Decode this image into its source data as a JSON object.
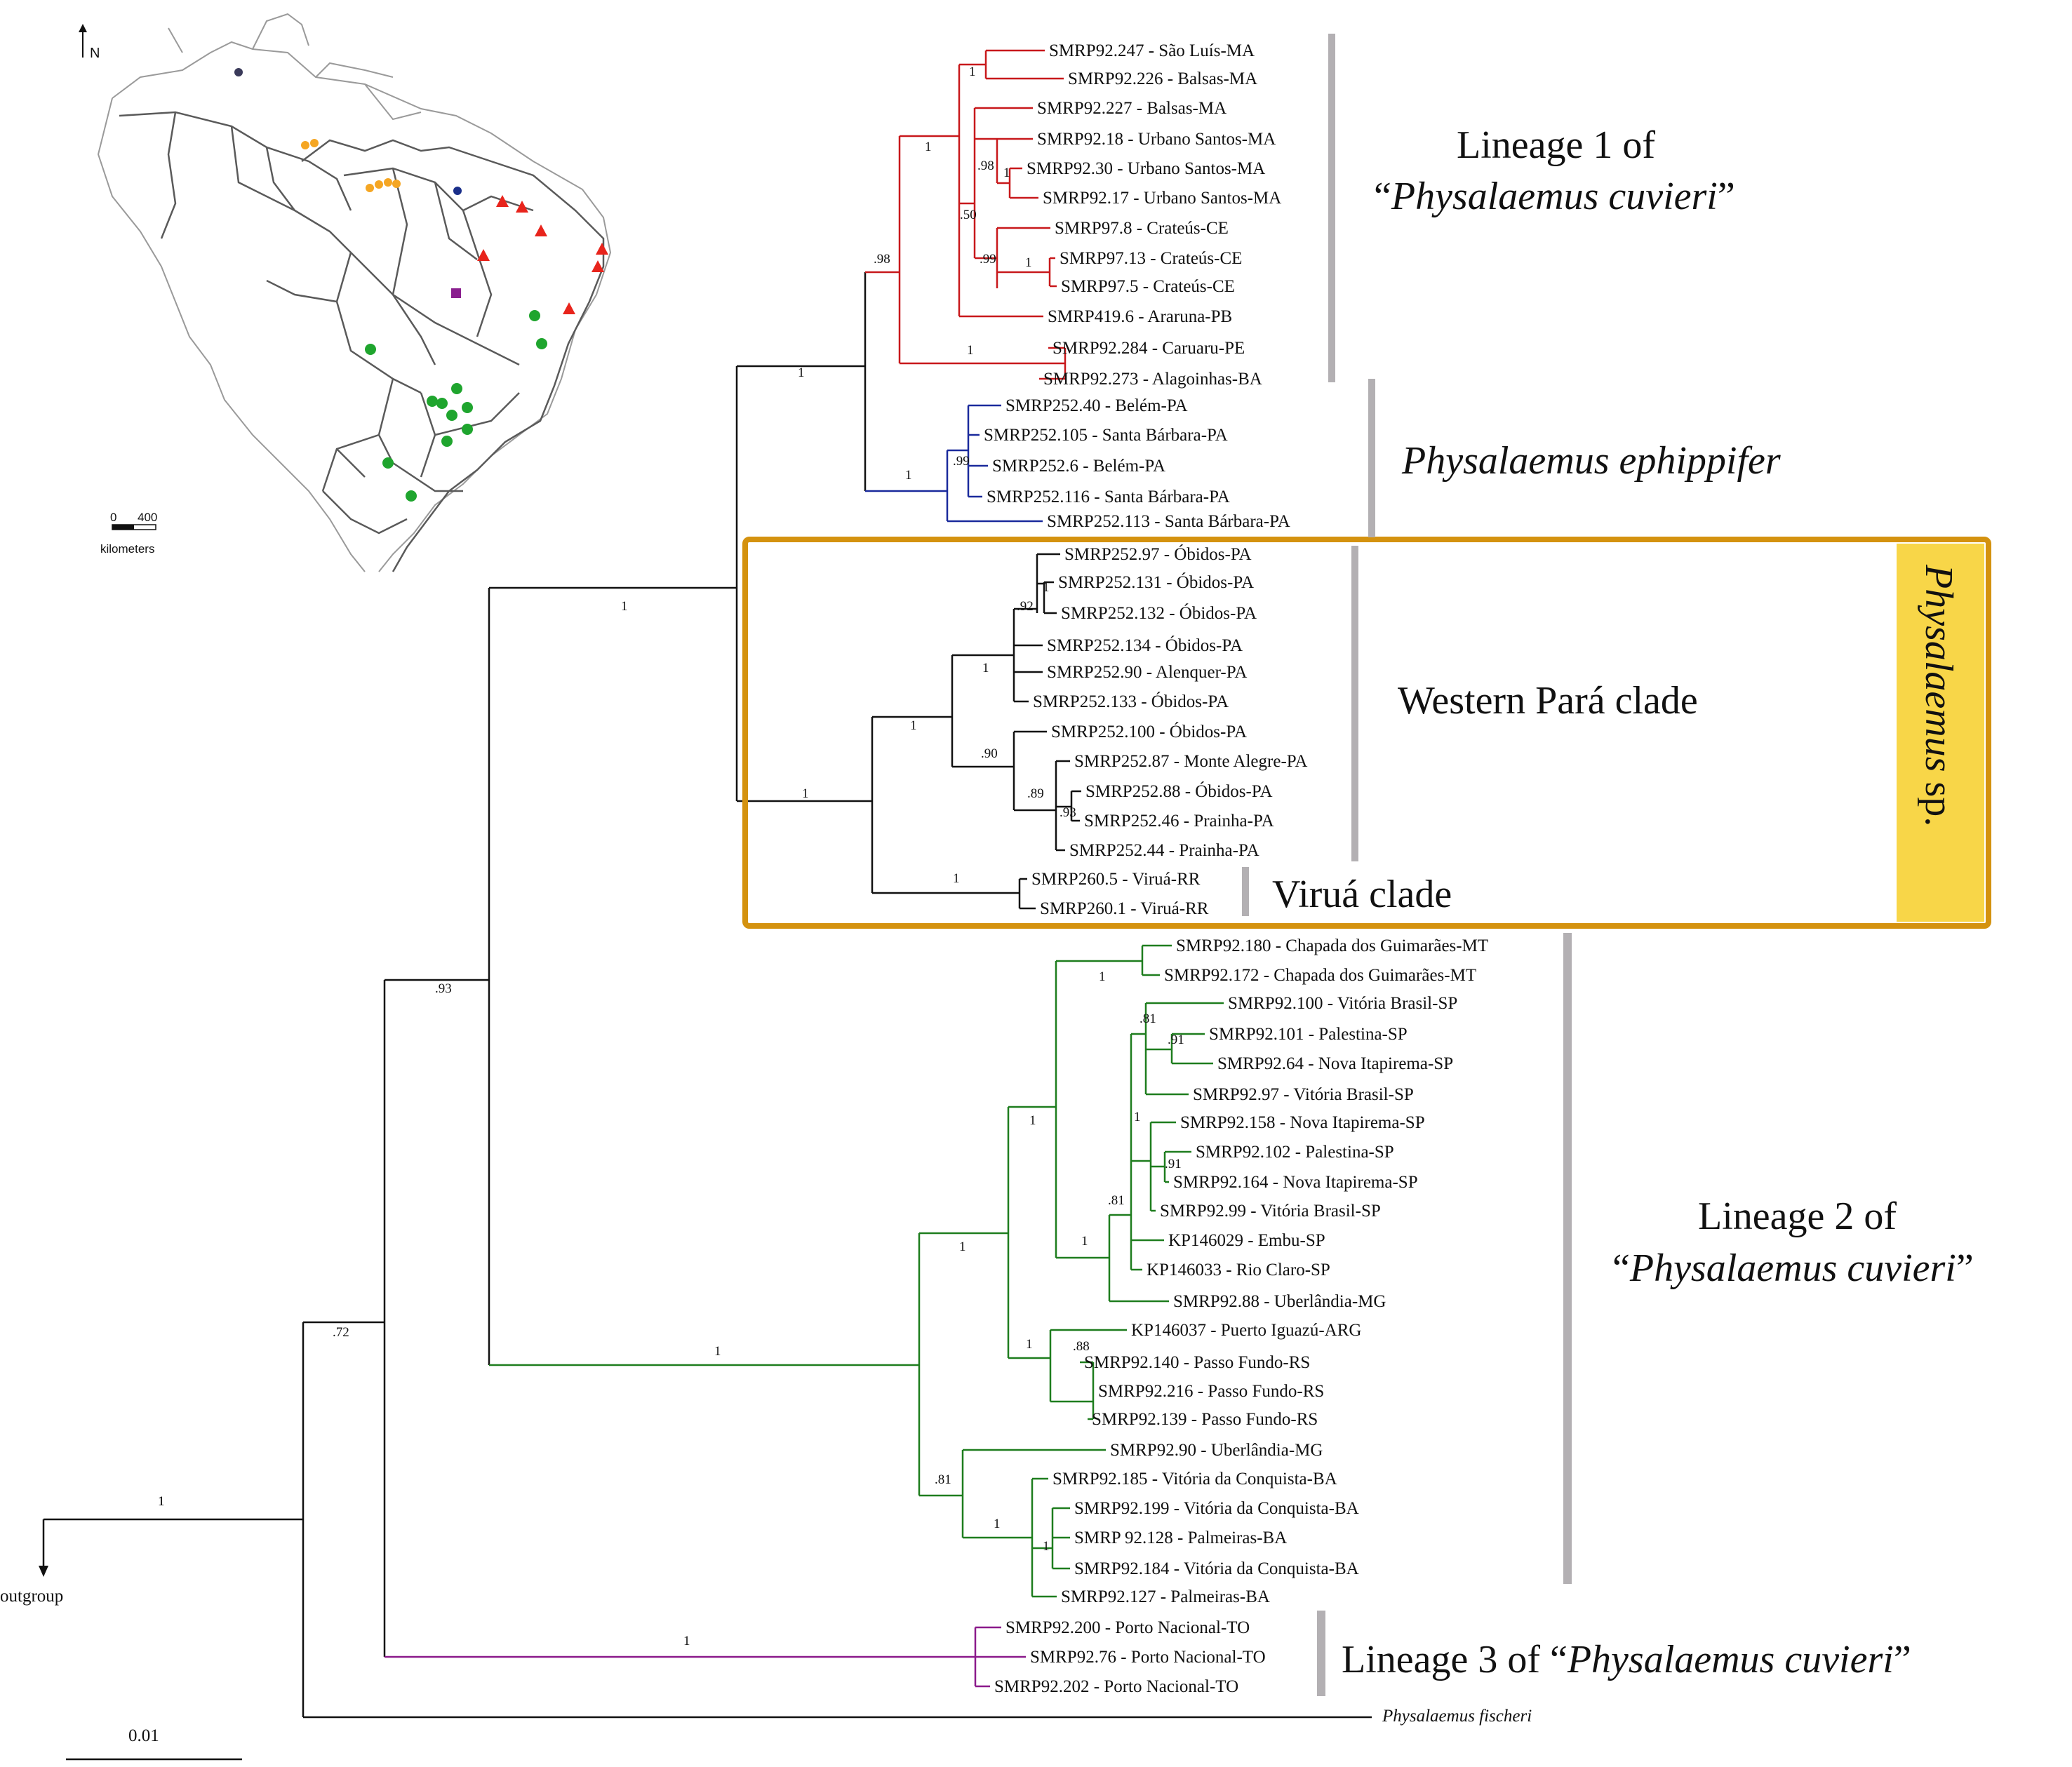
{
  "figure": {
    "scale_bar_label": "0.01",
    "outgroup_label": "outgroup",
    "outgroup_support": "1",
    "fischeri_label": "Physalaemus fischeri"
  },
  "map": {
    "north_label": "N",
    "scale_zero": "0",
    "scale_max": "400",
    "scale_unit": "kilometers",
    "marker_colors": {
      "lineage1": "#e8241c",
      "ephippifer": "#1a2f8a",
      "western_para": "#f5a623",
      "virua": "#3a3a5a",
      "lineage2": "#1fa52e",
      "lineage3": "#8a1f8f"
    }
  },
  "clades": {
    "lineage1": {
      "line1": "Lineage 1 of",
      "line2_prefix": "“",
      "line2_species": "Physalaemus cuvieri",
      "line2_suffix": "”"
    },
    "ephippifer": {
      "label": "Physalaemus ephippifer"
    },
    "western_para": {
      "label": "Western Pará clade"
    },
    "virua": {
      "label": "Viruá clade"
    },
    "physalaemus_sp": {
      "genus": "Physalaemus",
      "suffix": " sp."
    },
    "lineage2": {
      "line1": "Lineage 2 of",
      "line2_prefix": "“",
      "line2_species": "Physalaemus cuvieri",
      "line2_suffix": "”"
    },
    "lineage3": {
      "prefix": "Lineage 3 of “",
      "species": "Physalaemus cuvieri",
      "suffix": "”"
    }
  },
  "colors": {
    "lineage1": "#c8181b",
    "ephippifer": "#1a2a9c",
    "western_para": "#111111",
    "lineage2": "#1e7d1e",
    "lineage3": "#8b1a8b",
    "backbone": "#111111",
    "clade_bar": "#b3b0b3",
    "highlight_box": "#d4920f",
    "highlight_fill": "#f8d648"
  },
  "tips": {
    "l1": [
      "SMRP92.247 - São Luís-MA",
      "SMRP92.226 - Balsas-MA",
      "SMRP92.227 - Balsas-MA",
      "SMRP92.18 - Urbano Santos-MA",
      "SMRP92.30 - Urbano Santos-MA",
      "SMRP92.17 - Urbano Santos-MA",
      "SMRP97.8 - Crateús-CE",
      "SMRP97.13 - Crateús-CE",
      "SMRP97.5 - Crateús-CE",
      "SMRP419.6 - Araruna-PB",
      "SMRP92.284 - Caruaru-PE",
      "SMRP92.273 - Alagoinhas-BA"
    ],
    "eph": [
      "SMRP252.40 - Belém-PA",
      "SMRP252.105 - Santa Bárbara-PA",
      "SMRP252.6 - Belém-PA",
      "SMRP252.116 - Santa Bárbara-PA",
      "SMRP252.113 - Santa Bárbara-PA"
    ],
    "wp": [
      "SMRP252.97 - Óbidos-PA",
      "SMRP252.131 - Óbidos-PA",
      "SMRP252.132 - Óbidos-PA",
      "SMRP252.134 - Óbidos-PA",
      "SMRP252.90 - Alenquer-PA",
      "SMRP252.133 - Óbidos-PA",
      "SMRP252.100 - Óbidos-PA",
      "SMRP252.87 - Monte Alegre-PA",
      "SMRP252.88 - Óbidos-PA",
      "SMRP252.46 - Prainha-PA",
      "SMRP252.44 - Prainha-PA"
    ],
    "vir": [
      "SMRP260.5 - Viruá-RR",
      "SMRP260.1 - Viruá-RR"
    ],
    "l2": [
      "SMRP92.180 - Chapada dos Guimarães-MT",
      "SMRP92.172 - Chapada dos Guimarães-MT",
      "SMRP92.100 - Vitória Brasil-SP",
      "SMRP92.101 - Palestina-SP",
      "SMRP92.64 - Nova Itapirema-SP",
      "SMRP92.97 - Vitória Brasil-SP",
      "SMRP92.158 - Nova Itapirema-SP",
      "SMRP92.102 - Palestina-SP",
      "SMRP92.164 - Nova Itapirema-SP",
      "SMRP92.99 - Vitória Brasil-SP",
      "KP146029 - Embu-SP",
      "KP146033 - Rio Claro-SP",
      "SMRP92.88 - Uberlândia-MG",
      "KP146037 - Puerto Iguazú-ARG",
      "SMRP92.140 - Passo Fundo-RS",
      "SMRP92.216 - Passo Fundo-RS",
      "SMRP92.139 - Passo Fundo-RS",
      "SMRP92.90 - Uberlândia-MG",
      "SMRP92.185 - Vitória da Conquista-BA",
      "SMRP92.199 - Vitória da Conquista-BA",
      "SMRP 92.128 - Palmeiras-BA",
      "SMRP92.184 - Vitória da Conquista-BA",
      "SMRP92.127 - Palmeiras-BA"
    ],
    "l3": [
      "SMRP92.200 - Porto Nacional-TO",
      "SMRP92.76 - Porto Nacional-TO",
      "SMRP92.202 - Porto Nacional-TO"
    ]
  },
  "supports": {
    "root": "1",
    "n072": ".72",
    "n093": ".93",
    "n1a": "1",
    "n1b": "1",
    "l1_root": ".98",
    "l1_main": "1",
    "l1_a": "1",
    "l1_b": ".50",
    "l1_c": ".98",
    "l1_d": "1",
    "l1_e": ".99",
    "l1_f": "1",
    "l1_g": "1",
    "eph_root": "1",
    "eph_a": ".99",
    "sp_root": "1",
    "wp_root": "1",
    "wp_a": "1",
    "wp_b": ".92",
    "wp_c": "1",
    "wp_d": ".90",
    "wp_e": ".89",
    "wp_f": ".93",
    "vir": "1",
    "l2_root": "1",
    "l2_a": "1",
    "l2_b": "1",
    "l2_c": "1",
    "l2_d": ".81",
    "l2_e": "1",
    "l2_f": "1",
    "l2_g": ".81",
    "l2_h": ".91",
    "l2_i": "1",
    "l2_j": ".88",
    "l2_k": ".81",
    "l2_l": "1",
    "l2_m": "1",
    "l3_root": "1"
  }
}
